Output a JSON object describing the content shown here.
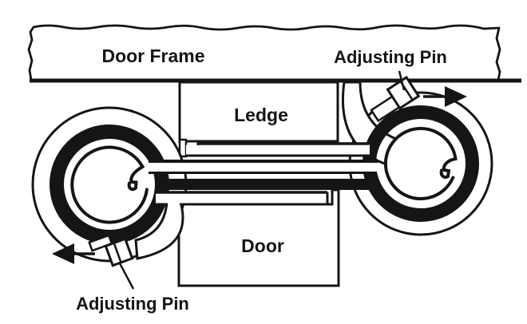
{
  "diagram": {
    "type": "technical-line-drawing",
    "labels": {
      "door_frame": "Door Frame",
      "adjusting_pin_top": "Adjusting Pin",
      "ledge": "Ledge",
      "door": "Door",
      "adjusting_pin_bottom": "Adjusting Pin"
    },
    "icons": {
      "arrow_right": "arrow-right-icon",
      "arrow_left": "arrow-left-icon",
      "adjusting_pin_right": "adjusting-pin-icon",
      "adjusting_pin_left": "adjusting-pin-icon"
    },
    "colors": {
      "ink": "#151515",
      "paper": "#ffffff"
    }
  }
}
